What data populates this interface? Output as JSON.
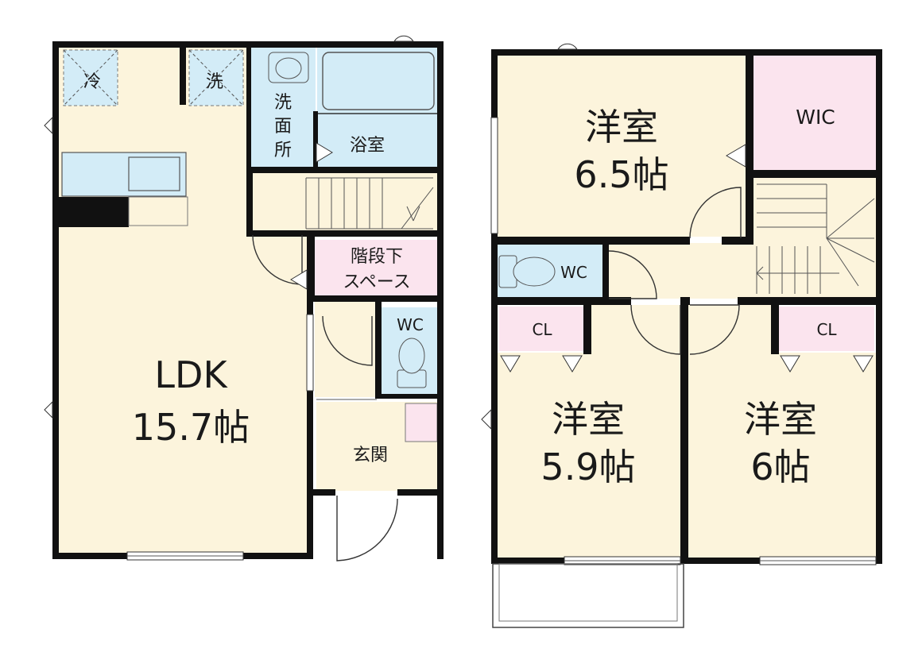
{
  "floor1": {
    "ldk": {
      "name": "LDK",
      "size": "15.7帖"
    },
    "fridge_label": "冷",
    "washer_label": "洗",
    "washroom_label": [
      "洗",
      "面",
      "所"
    ],
    "bathroom_label": "浴室",
    "under_stairs_label": [
      "階段下",
      "スペース"
    ],
    "wc_label": "WC",
    "entrance_label": "玄関"
  },
  "floor2": {
    "room_north": {
      "name": "洋室",
      "size": "6.5帖"
    },
    "wic_label": "WIC",
    "wc_label": "WC",
    "closet_left_label": "CL",
    "closet_right_label": "CL",
    "room_sw": {
      "name": "洋室",
      "size": "5.9帖"
    },
    "room_se": {
      "name": "洋室",
      "size": "6帖"
    }
  },
  "colors": {
    "room_fill": "#fcf4dc",
    "wet_fill": "#d3ecf7",
    "pink_fill": "#fbe4ee",
    "wall": "#111111"
  }
}
